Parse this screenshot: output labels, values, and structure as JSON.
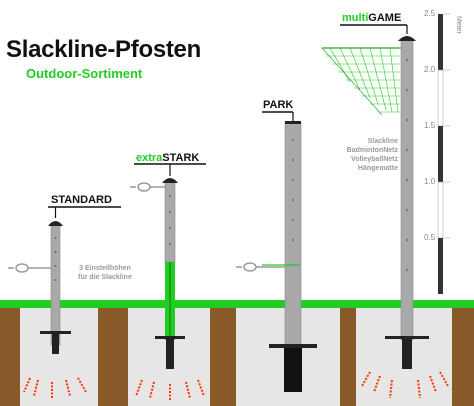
{
  "title": "Slackline-Pfosten",
  "subtitle": "Outdoor-Sortiment",
  "posts": [
    {
      "name": "STANDARD",
      "highlight": "",
      "rest": "STANDARD"
    },
    {
      "name": "extraSTARK",
      "highlight": "extra",
      "rest": "STARK"
    },
    {
      "name": "PARK",
      "highlight": "",
      "rest": "PARK"
    },
    {
      "name": "multiGAME",
      "highlight": "multi",
      "rest": "GAME"
    }
  ],
  "notes": {
    "standard_line1": "3 Einstellhöhen",
    "standard_line2": "für die Slackline",
    "multigame_uses": [
      "Slackline",
      "BadmintonNetz",
      "VolleyballNetz",
      "Hängematte"
    ]
  },
  "scale": {
    "unit": "Meter",
    "ticks": [
      "2.5",
      "2.0",
      "1.5",
      "1.0",
      "0.5"
    ]
  },
  "colors": {
    "accent": "#22cc22",
    "grass": "#22cc22",
    "soil": "#8b5a2b",
    "foundation": "#e6e6e6",
    "post": "#a9a9a9",
    "anchor": "#ff3300"
  }
}
